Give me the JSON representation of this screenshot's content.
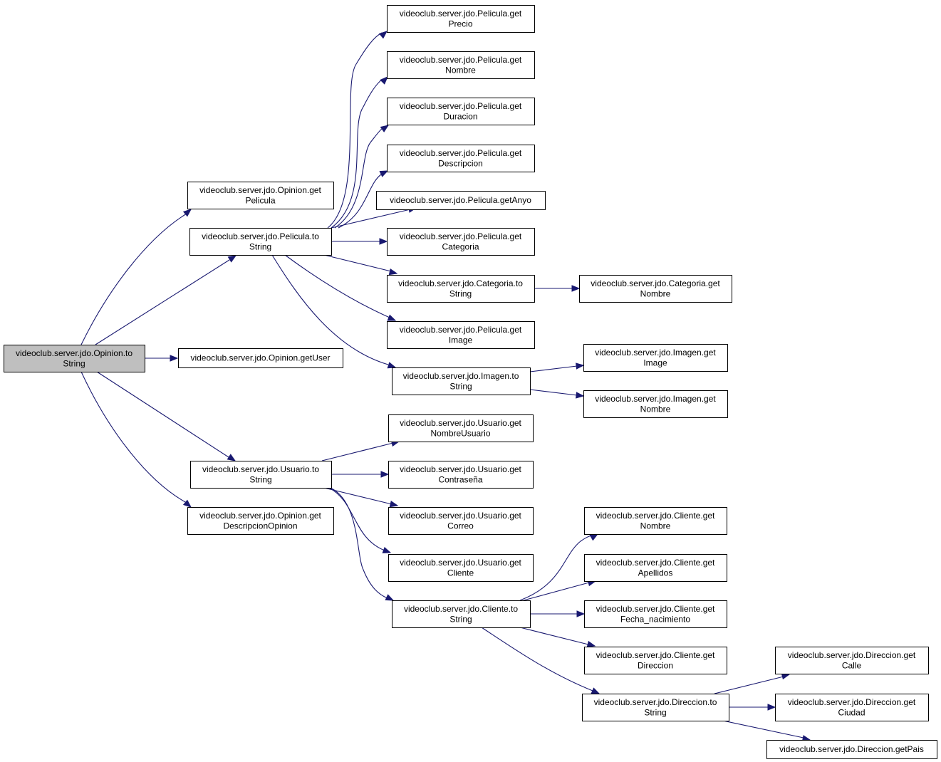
{
  "colors": {
    "edge": "#191970",
    "root_fill": "#bfbfbf",
    "node_fill": "#ffffff",
    "border": "#000000"
  },
  "nodes": [
    {
      "id": "opinion_tostring",
      "lines": [
        "videoclub.server.jdo.Opinion.to",
        "String"
      ],
      "root": true
    },
    {
      "id": "opinion_getpelicula",
      "lines": [
        "videoclub.server.jdo.Opinion.get",
        "Pelicula"
      ]
    },
    {
      "id": "pelicula_tostring",
      "lines": [
        "videoclub.server.jdo.Pelicula.to",
        "String"
      ]
    },
    {
      "id": "opinion_getuser",
      "lines": [
        "videoclub.server.jdo.Opinion.getUser"
      ]
    },
    {
      "id": "usuario_tostring",
      "lines": [
        "videoclub.server.jdo.Usuario.to",
        "String"
      ]
    },
    {
      "id": "opinion_getdescripcion",
      "lines": [
        "videoclub.server.jdo.Opinion.get",
        "DescripcionOpinion"
      ]
    },
    {
      "id": "pelicula_getprecio",
      "lines": [
        "videoclub.server.jdo.Pelicula.get",
        "Precio"
      ]
    },
    {
      "id": "pelicula_getnombre",
      "lines": [
        "videoclub.server.jdo.Pelicula.get",
        "Nombre"
      ]
    },
    {
      "id": "pelicula_getduracion",
      "lines": [
        "videoclub.server.jdo.Pelicula.get",
        "Duracion"
      ]
    },
    {
      "id": "pelicula_getdescripcion",
      "lines": [
        "videoclub.server.jdo.Pelicula.get",
        "Descripcion"
      ]
    },
    {
      "id": "pelicula_getanyo",
      "lines": [
        "videoclub.server.jdo.Pelicula.getAnyo"
      ]
    },
    {
      "id": "pelicula_getcategoria",
      "lines": [
        "videoclub.server.jdo.Pelicula.get",
        "Categoria"
      ]
    },
    {
      "id": "categoria_tostring",
      "lines": [
        "videoclub.server.jdo.Categoria.to",
        "String"
      ]
    },
    {
      "id": "pelicula_getimage",
      "lines": [
        "videoclub.server.jdo.Pelicula.get",
        "Image"
      ]
    },
    {
      "id": "imagen_tostring",
      "lines": [
        "videoclub.server.jdo.Imagen.to",
        "String"
      ]
    },
    {
      "id": "categoria_getnombre",
      "lines": [
        "videoclub.server.jdo.Categoria.get",
        "Nombre"
      ]
    },
    {
      "id": "imagen_getimage",
      "lines": [
        "videoclub.server.jdo.Imagen.get",
        "Image"
      ]
    },
    {
      "id": "imagen_getnombre",
      "lines": [
        "videoclub.server.jdo.Imagen.get",
        "Nombre"
      ]
    },
    {
      "id": "usuario_getnombreusuario",
      "lines": [
        "videoclub.server.jdo.Usuario.get",
        "NombreUsuario"
      ]
    },
    {
      "id": "usuario_getcontrasena",
      "lines": [
        "videoclub.server.jdo.Usuario.get",
        "Contraseña"
      ]
    },
    {
      "id": "usuario_getcorreo",
      "lines": [
        "videoclub.server.jdo.Usuario.get",
        "Correo"
      ]
    },
    {
      "id": "usuario_getcliente",
      "lines": [
        "videoclub.server.jdo.Usuario.get",
        "Cliente"
      ]
    },
    {
      "id": "cliente_tostring",
      "lines": [
        "videoclub.server.jdo.Cliente.to",
        "String"
      ]
    },
    {
      "id": "cliente_getnombre",
      "lines": [
        "videoclub.server.jdo.Cliente.get",
        "Nombre"
      ]
    },
    {
      "id": "cliente_getapellidos",
      "lines": [
        "videoclub.server.jdo.Cliente.get",
        "Apellidos"
      ]
    },
    {
      "id": "cliente_getfecha",
      "lines": [
        "videoclub.server.jdo.Cliente.get",
        "Fecha_nacimiento"
      ]
    },
    {
      "id": "cliente_getdireccion",
      "lines": [
        "videoclub.server.jdo.Cliente.get",
        "Direccion"
      ]
    },
    {
      "id": "direccion_tostring",
      "lines": [
        "videoclub.server.jdo.Direccion.to",
        "String"
      ]
    },
    {
      "id": "direccion_getcalle",
      "lines": [
        "videoclub.server.jdo.Direccion.get",
        "Calle"
      ]
    },
    {
      "id": "direccion_getciudad",
      "lines": [
        "videoclub.server.jdo.Direccion.get",
        "Ciudad"
      ]
    },
    {
      "id": "direccion_getpais",
      "lines": [
        "videoclub.server.jdo.Direccion.getPais"
      ]
    }
  ],
  "edges": [
    {
      "from": "opinion_tostring",
      "to": "opinion_getpelicula"
    },
    {
      "from": "opinion_tostring",
      "to": "pelicula_tostring"
    },
    {
      "from": "opinion_tostring",
      "to": "opinion_getuser"
    },
    {
      "from": "opinion_tostring",
      "to": "usuario_tostring"
    },
    {
      "from": "opinion_tostring",
      "to": "opinion_getdescripcion"
    },
    {
      "from": "pelicula_tostring",
      "to": "pelicula_getprecio"
    },
    {
      "from": "pelicula_tostring",
      "to": "pelicula_getnombre"
    },
    {
      "from": "pelicula_tostring",
      "to": "pelicula_getduracion"
    },
    {
      "from": "pelicula_tostring",
      "to": "pelicula_getdescripcion"
    },
    {
      "from": "pelicula_tostring",
      "to": "pelicula_getanyo"
    },
    {
      "from": "pelicula_tostring",
      "to": "pelicula_getcategoria"
    },
    {
      "from": "pelicula_tostring",
      "to": "categoria_tostring"
    },
    {
      "from": "pelicula_tostring",
      "to": "pelicula_getimage"
    },
    {
      "from": "pelicula_tostring",
      "to": "imagen_tostring"
    },
    {
      "from": "categoria_tostring",
      "to": "categoria_getnombre"
    },
    {
      "from": "imagen_tostring",
      "to": "imagen_getimage"
    },
    {
      "from": "imagen_tostring",
      "to": "imagen_getnombre"
    },
    {
      "from": "usuario_tostring",
      "to": "usuario_getnombreusuario"
    },
    {
      "from": "usuario_tostring",
      "to": "usuario_getcontrasena"
    },
    {
      "from": "usuario_tostring",
      "to": "usuario_getcorreo"
    },
    {
      "from": "usuario_tostring",
      "to": "usuario_getcliente"
    },
    {
      "from": "usuario_tostring",
      "to": "cliente_tostring"
    },
    {
      "from": "cliente_tostring",
      "to": "cliente_getnombre"
    },
    {
      "from": "cliente_tostring",
      "to": "cliente_getapellidos"
    },
    {
      "from": "cliente_tostring",
      "to": "cliente_getfecha"
    },
    {
      "from": "cliente_tostring",
      "to": "cliente_getdireccion"
    },
    {
      "from": "cliente_tostring",
      "to": "direccion_tostring"
    },
    {
      "from": "direccion_tostring",
      "to": "direccion_getcalle"
    },
    {
      "from": "direccion_tostring",
      "to": "direccion_getciudad"
    },
    {
      "from": "direccion_tostring",
      "to": "direccion_getpais"
    }
  ]
}
